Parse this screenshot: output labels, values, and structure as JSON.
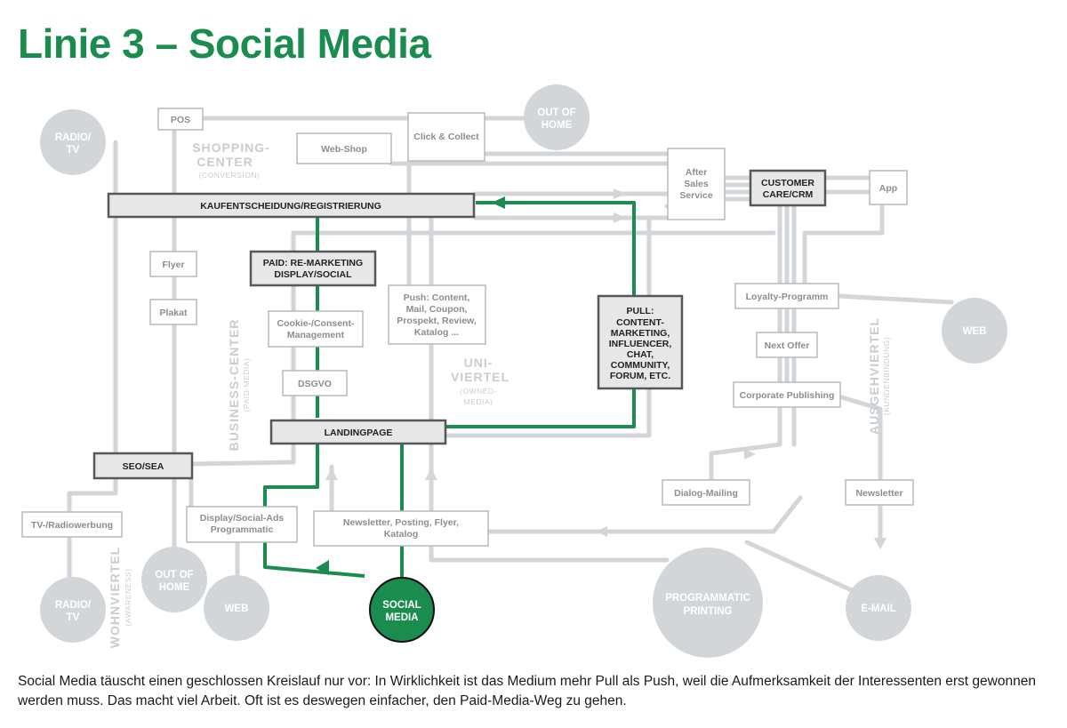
{
  "title": "Linie 3 – Social Media",
  "caption": "Social Media täuscht einen geschlossen Kreislauf nur vor: In Wirklichkeit ist das Medium mehr Pull als Push, weil die Aufmerksamkeit der Interessenten erst gewonnen werden muss. Das macht viel Arbeit. Oft ist es deswegen einfacher, den Paid-Media-Weg zu gehen.",
  "colors": {
    "green": "#1a8c4e",
    "grey_line": "#d3d6d8",
    "circle": "#d3d6d8",
    "box_border": "#b6babd",
    "bold_box_fill": "#e6e7e6"
  },
  "boxes": {
    "pos": "POS",
    "click_collect": "Click & Collect",
    "web_shop": "Web-Shop",
    "after_sales": [
      "After",
      "Sales",
      "Service"
    ],
    "customer_care": [
      "CUSTOMER",
      "CARE/CRM"
    ],
    "app": "App",
    "kaufentscheidung": "KAUFENTSCHEIDUNG/REGISTRIERUNG",
    "flyer": "Flyer",
    "plakat": "Plakat",
    "paid_remarketing": [
      "PAID: RE-MARKETING",
      "DISPLAY/SOCIAL"
    ],
    "cookie": [
      "Cookie-/Consent-",
      "Management"
    ],
    "push": [
      "Push: Content,",
      "Mail, Coupon,",
      "Prospekt, Review,",
      "Katalog ..."
    ],
    "pull": [
      "PULL:",
      "CONTENT-",
      "MARKETING,",
      "INFLUENCER,",
      "CHAT,",
      "COMMUNITY,",
      "FORUM, ETC."
    ],
    "loyalty": "Loyalty-Programm",
    "next_offer": "Next Offer",
    "dsgvo": "DSGVO",
    "corporate_publishing": "Corporate Publishing",
    "landingpage": "LANDINGPAGE",
    "seo_sea": "SEO/SEA",
    "dialog_mailing": "Dialog-Mailing",
    "newsletter_right": "Newsletter",
    "tv_radio": "TV-/Radiowerbung",
    "display_ads": [
      "Display/Social-Ads",
      "Programmatic"
    ],
    "newsletter_posting": [
      "Newsletter, Posting, Flyer,",
      "Katalog"
    ]
  },
  "circles": {
    "radio_tv_top": [
      "RADIO/",
      "TV"
    ],
    "out_of_home_top": [
      "OUT OF",
      "HOME"
    ],
    "web_right": "WEB",
    "radio_tv_bottom": [
      "RADIO/",
      "TV"
    ],
    "out_of_home_bottom": [
      "OUT OF",
      "HOME"
    ],
    "web_bottom": "WEB",
    "social_media": [
      "SOCIAL",
      "MEDIA"
    ],
    "programmatic_printing": [
      "PROGRAMMATIC",
      "PRINTING"
    ],
    "email": "E-MAIL"
  },
  "districts": {
    "shopping_center": [
      "SHOPPING-",
      "CENTER"
    ],
    "shopping_center_sub": "(CONVERSION)",
    "business_center": "BUSINESS-CENTER",
    "business_center_sub": "(PAID-MEDIA)",
    "uni_viertel": [
      "UNI-",
      "VIERTEL"
    ],
    "uni_viertel_sub": [
      "(OWNED-",
      "MEDIA)"
    ],
    "ausgehviertel": "AUSGEHVIERTEL",
    "ausgehviertel_sub": "(KUNDENBINDUNG)",
    "wohnviertel": "WOHNVIERTEL",
    "wohnviertel_sub": "(AWARENESS)"
  }
}
